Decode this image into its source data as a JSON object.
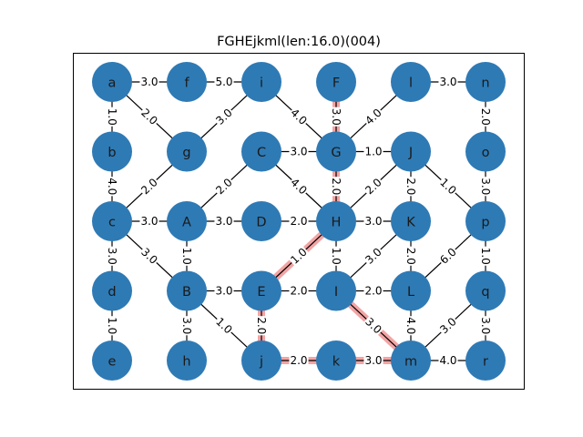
{
  "title": "FGHEjkml(len:16.0)(004)",
  "colors": {
    "node": "#2e7ab5",
    "edge": "#000000",
    "highlight": "#f3a3a3",
    "background": "#ffffff",
    "frame": "#000000"
  },
  "nodes": [
    {
      "id": "a",
      "col": 0,
      "row": 0
    },
    {
      "id": "f",
      "col": 1,
      "row": 0
    },
    {
      "id": "i",
      "col": 2,
      "row": 0
    },
    {
      "id": "F",
      "col": 3,
      "row": 0
    },
    {
      "id": "l",
      "col": 4,
      "row": 0
    },
    {
      "id": "n",
      "col": 5,
      "row": 0
    },
    {
      "id": "b",
      "col": 0,
      "row": 1
    },
    {
      "id": "g",
      "col": 1,
      "row": 1
    },
    {
      "id": "C",
      "col": 2,
      "row": 1
    },
    {
      "id": "G",
      "col": 3,
      "row": 1
    },
    {
      "id": "J",
      "col": 4,
      "row": 1
    },
    {
      "id": "o",
      "col": 5,
      "row": 1
    },
    {
      "id": "c",
      "col": 0,
      "row": 2
    },
    {
      "id": "A",
      "col": 1,
      "row": 2
    },
    {
      "id": "D",
      "col": 2,
      "row": 2
    },
    {
      "id": "H",
      "col": 3,
      "row": 2
    },
    {
      "id": "K",
      "col": 4,
      "row": 2
    },
    {
      "id": "p",
      "col": 5,
      "row": 2
    },
    {
      "id": "d",
      "col": 0,
      "row": 3
    },
    {
      "id": "B",
      "col": 1,
      "row": 3
    },
    {
      "id": "E",
      "col": 2,
      "row": 3
    },
    {
      "id": "I",
      "col": 3,
      "row": 3
    },
    {
      "id": "L",
      "col": 4,
      "row": 3
    },
    {
      "id": "q",
      "col": 5,
      "row": 3
    },
    {
      "id": "e",
      "col": 0,
      "row": 4
    },
    {
      "id": "h",
      "col": 1,
      "row": 4
    },
    {
      "id": "j",
      "col": 2,
      "row": 4
    },
    {
      "id": "k",
      "col": 3,
      "row": 4
    },
    {
      "id": "m",
      "col": 4,
      "row": 4
    },
    {
      "id": "r",
      "col": 5,
      "row": 4
    }
  ],
  "edges": [
    {
      "from": "a",
      "to": "f",
      "weight": "3.0"
    },
    {
      "from": "f",
      "to": "i",
      "weight": "5.0"
    },
    {
      "from": "l",
      "to": "n",
      "weight": "3.0"
    },
    {
      "from": "a",
      "to": "b",
      "weight": "1.0"
    },
    {
      "from": "a",
      "to": "g",
      "weight": "2.0"
    },
    {
      "from": "i",
      "to": "g",
      "weight": "3.0"
    },
    {
      "from": "i",
      "to": "G",
      "weight": "4.0"
    },
    {
      "from": "F",
      "to": "G",
      "weight": "3.0"
    },
    {
      "from": "l",
      "to": "G",
      "weight": "4.0"
    },
    {
      "from": "n",
      "to": "o",
      "weight": "2.0"
    },
    {
      "from": "C",
      "to": "G",
      "weight": "3.0"
    },
    {
      "from": "G",
      "to": "J",
      "weight": "1.0"
    },
    {
      "from": "b",
      "to": "c",
      "weight": "4.0"
    },
    {
      "from": "g",
      "to": "c",
      "weight": "2.0"
    },
    {
      "from": "C",
      "to": "A",
      "weight": "2.0"
    },
    {
      "from": "C",
      "to": "H",
      "weight": "4.0"
    },
    {
      "from": "G",
      "to": "H",
      "weight": "2.0"
    },
    {
      "from": "J",
      "to": "H",
      "weight": "2.0"
    },
    {
      "from": "J",
      "to": "K",
      "weight": "2.0"
    },
    {
      "from": "J",
      "to": "p",
      "weight": "1.0"
    },
    {
      "from": "o",
      "to": "p",
      "weight": "3.0"
    },
    {
      "from": "c",
      "to": "A",
      "weight": "3.0"
    },
    {
      "from": "A",
      "to": "D",
      "weight": "3.0"
    },
    {
      "from": "D",
      "to": "H",
      "weight": "2.0"
    },
    {
      "from": "H",
      "to": "K",
      "weight": "3.0"
    },
    {
      "from": "c",
      "to": "d",
      "weight": "3.0"
    },
    {
      "from": "c",
      "to": "B",
      "weight": "3.0"
    },
    {
      "from": "A",
      "to": "B",
      "weight": "1.0"
    },
    {
      "from": "H",
      "to": "E",
      "weight": "1.0"
    },
    {
      "from": "H",
      "to": "I",
      "weight": "1.0"
    },
    {
      "from": "K",
      "to": "I",
      "weight": "3.0"
    },
    {
      "from": "K",
      "to": "L",
      "weight": "2.0"
    },
    {
      "from": "p",
      "to": "L",
      "weight": "6.0"
    },
    {
      "from": "p",
      "to": "q",
      "weight": "1.0"
    },
    {
      "from": "B",
      "to": "E",
      "weight": "3.0"
    },
    {
      "from": "E",
      "to": "I",
      "weight": "2.0"
    },
    {
      "from": "I",
      "to": "L",
      "weight": "2.0"
    },
    {
      "from": "d",
      "to": "e",
      "weight": "1.0"
    },
    {
      "from": "B",
      "to": "h",
      "weight": "3.0"
    },
    {
      "from": "B",
      "to": "j",
      "weight": "1.0"
    },
    {
      "from": "E",
      "to": "j",
      "weight": "2.0"
    },
    {
      "from": "I",
      "to": "m",
      "weight": "3.0"
    },
    {
      "from": "L",
      "to": "m",
      "weight": "4.0"
    },
    {
      "from": "q",
      "to": "m",
      "weight": "3.0"
    },
    {
      "from": "q",
      "to": "r",
      "weight": "3.0"
    },
    {
      "from": "j",
      "to": "k",
      "weight": "2.0"
    },
    {
      "from": "k",
      "to": "m",
      "weight": "3.0"
    },
    {
      "from": "m",
      "to": "r",
      "weight": "4.0"
    }
  ],
  "highlight_path": [
    "F",
    "G",
    "H",
    "E",
    "j",
    "k",
    "m",
    "I"
  ],
  "highlight_edges": [
    [
      "F",
      "G"
    ],
    [
      "G",
      "H"
    ],
    [
      "H",
      "E"
    ],
    [
      "E",
      "j"
    ],
    [
      "j",
      "k"
    ],
    [
      "k",
      "m"
    ],
    [
      "m",
      "I"
    ]
  ]
}
